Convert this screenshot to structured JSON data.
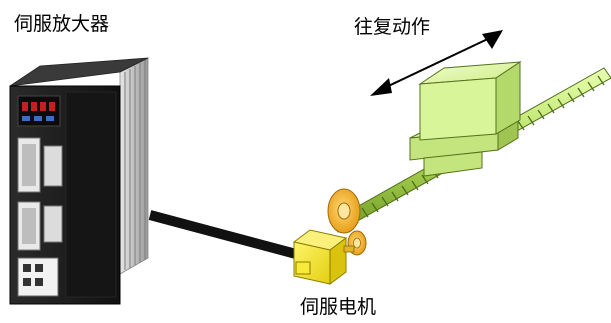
{
  "labels": {
    "servo_amplifier": "伺服放大器",
    "reciprocating_motion": "往复动作",
    "servo_motor": "伺服电机"
  },
  "colors": {
    "carriage_green": "#d8f59a",
    "screw_green": "#c5e87a",
    "thread_dark": "#5a7a1e",
    "motor_yellow": "#f5e628",
    "gear_orange": "#f0b42d",
    "cable_black": "#111111",
    "amp_dark": "#1f1f1f",
    "amp_silver": "#c9c9c9"
  }
}
